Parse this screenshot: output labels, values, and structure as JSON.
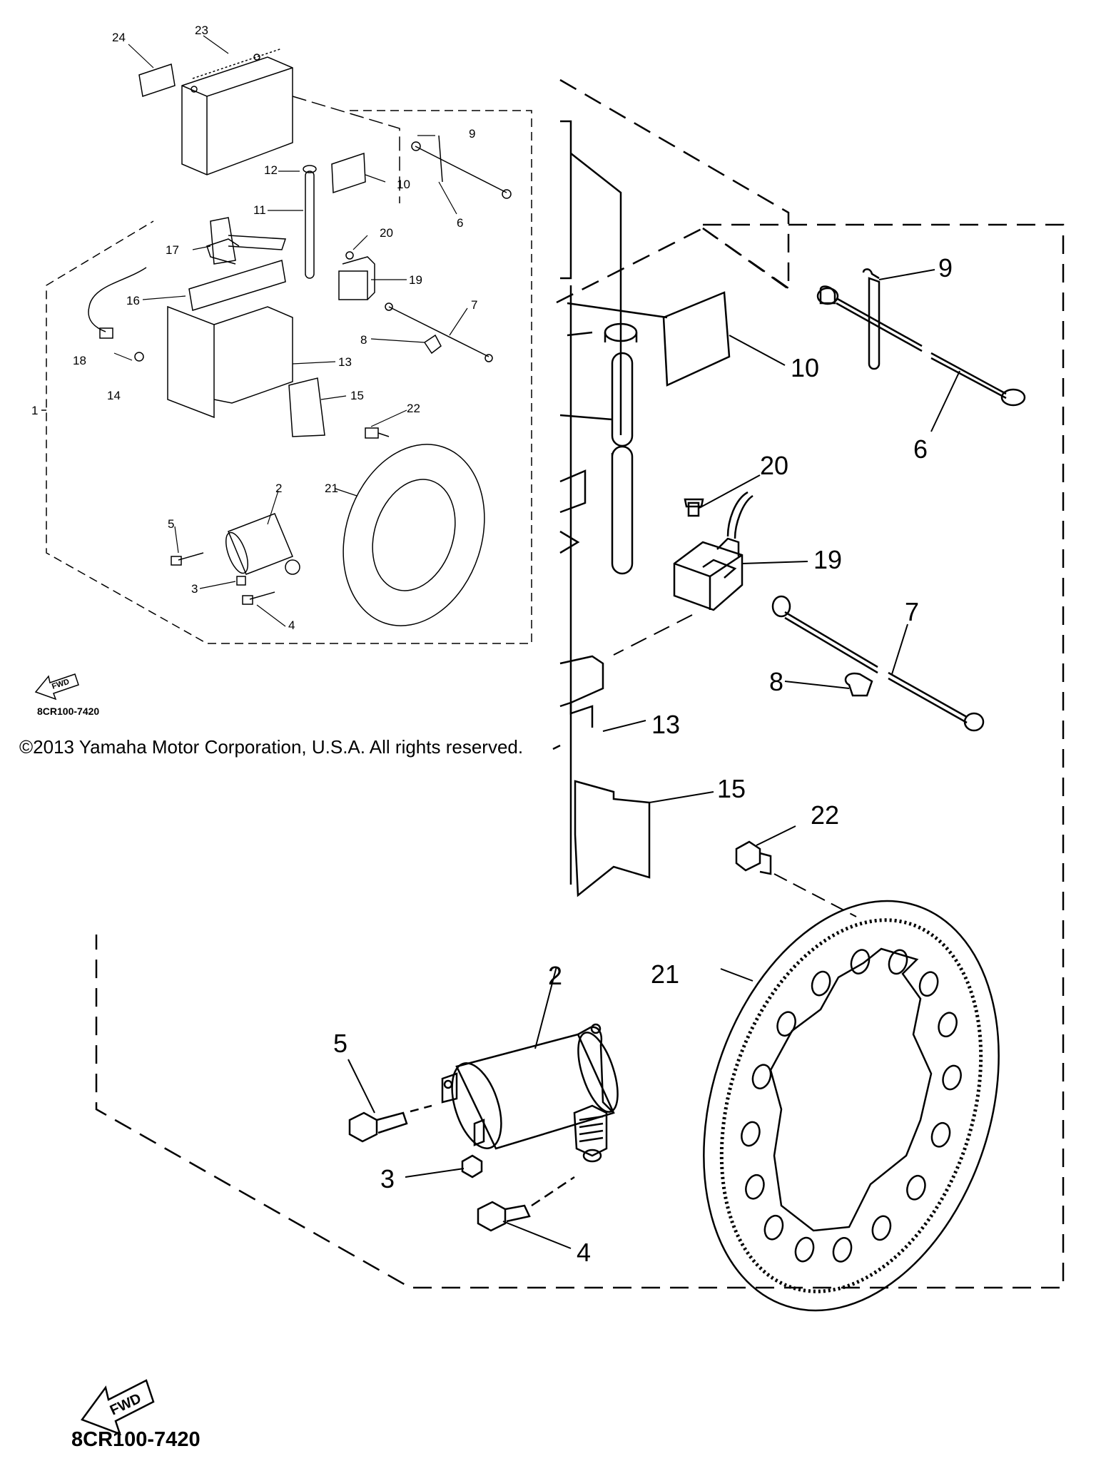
{
  "copyright": "©2013 Yamaha Motor Corporation, U.S.A. All rights reserved.",
  "diagram_code": "8CR100-7420",
  "fwd_label": "FWD",
  "callouts": {
    "p1": "1",
    "p2": "2",
    "p3": "3",
    "p4": "4",
    "p5": "5",
    "p6": "6",
    "p7": "7",
    "p8": "8",
    "p9": "9",
    "p10": "10",
    "p11": "11",
    "p12": "12",
    "p13": "13",
    "p14": "14",
    "p15": "15",
    "p16": "16",
    "p17": "17",
    "p18": "18",
    "p19": "19",
    "p20": "20",
    "p21": "21",
    "p22": "22",
    "p23": "23",
    "p24": "24"
  }
}
